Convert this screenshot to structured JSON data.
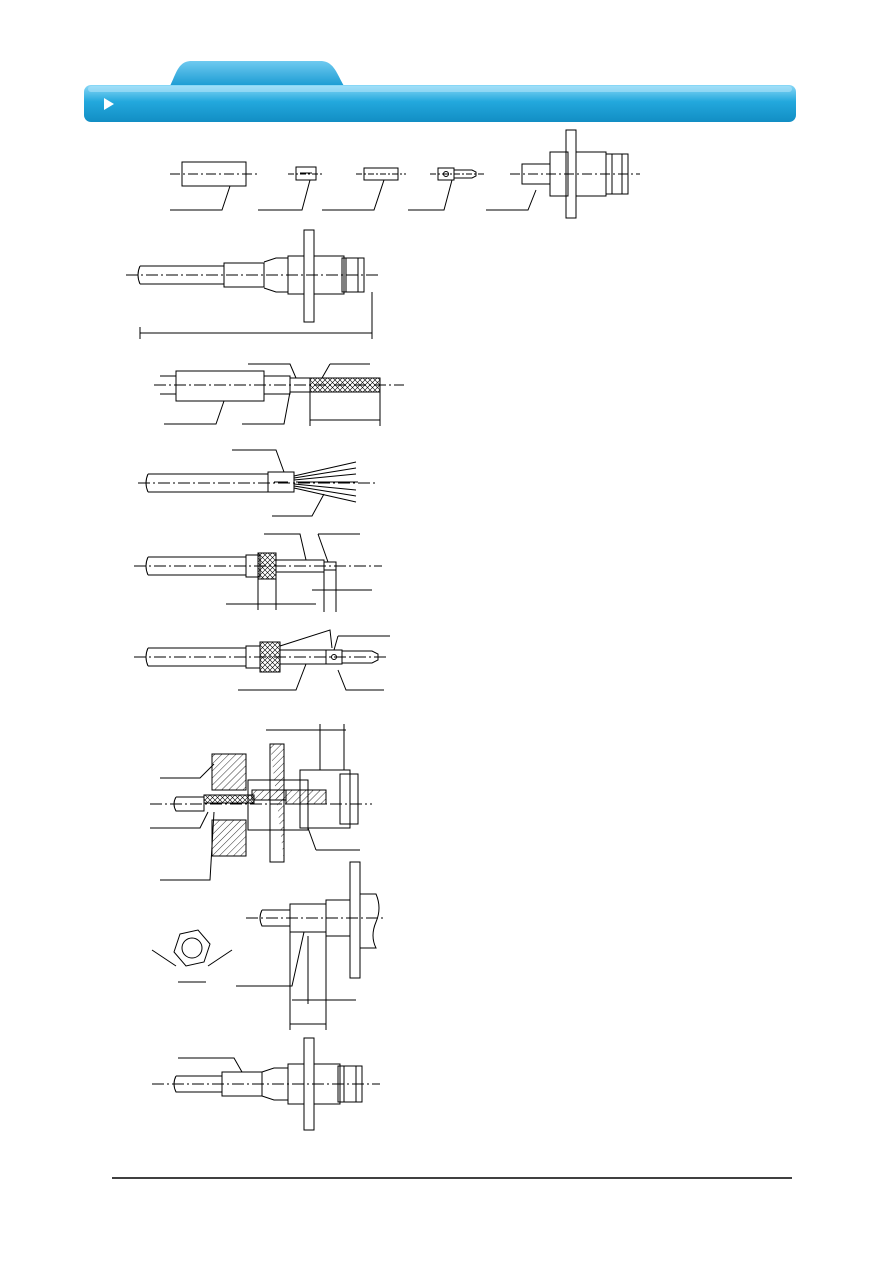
{
  "header": {
    "tab_color": "#1fa4da",
    "bar_color": "#1fa4da",
    "bar_highlight": "#7fd2f3",
    "play_icon": "play-triangle-icon"
  },
  "footer": {
    "rule_color": "#000000"
  },
  "figure": {
    "steps": [
      "parts-legend",
      "assembled-cable-connector",
      "strip-cable",
      "comb-braid",
      "fold-braid-and-cut-insulator",
      "solder-contact",
      "crimp-section",
      "hex-crimp",
      "finished-assembly"
    ]
  }
}
